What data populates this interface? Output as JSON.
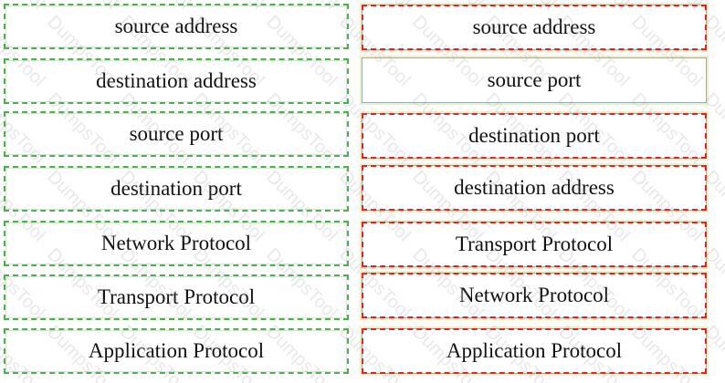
{
  "left_column": [
    "source address",
    "destination address",
    "source port",
    "destination port",
    "Network Protocol",
    "Transport Protocol",
    "Application Protocol"
  ],
  "right_column": [
    "source address",
    "source port",
    "destination port",
    "destination address",
    "Transport Protocol",
    "Network Protocol",
    "Application Protocol"
  ],
  "watermark": "DumpsTool",
  "colors": {
    "left_border": "#4caf50",
    "right_border": "#8fb0bd",
    "red_dash": "#e82020"
  }
}
